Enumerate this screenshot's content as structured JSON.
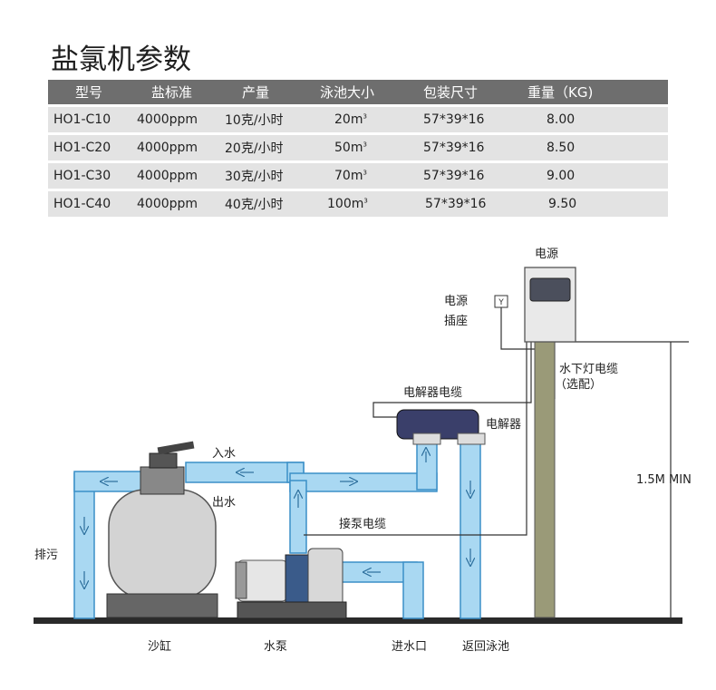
{
  "title": "盐氯机参数",
  "table": {
    "headers": [
      "型号",
      "盐标准",
      "产量",
      "泳池大小",
      "包装尺寸",
      "重量（KG)"
    ],
    "rows": [
      {
        "model": "HO1-C10",
        "salt": "4000ppm",
        "output": "10克/小时",
        "pool": "20m",
        "pool_unit": "3",
        "package": "57*39*16",
        "weight": "8.00"
      },
      {
        "model": "HO1-C20",
        "salt": "4000ppm",
        "output": "20克/小时",
        "pool": "50m",
        "pool_unit": "3",
        "package": "57*39*16",
        "weight": "8.50"
      },
      {
        "model": "HO1-C30",
        "salt": "4000ppm",
        "output": "30克/小时",
        "pool": "70m",
        "pool_unit": "3",
        "package": "57*39*16",
        "weight": "9.00"
      },
      {
        "model": "HO1-C40",
        "salt": "4000ppm",
        "output": "40克/小时",
        "pool": "100m",
        "pool_unit": "3",
        "package": "57*39*16",
        "weight": "9.50"
      }
    ]
  },
  "diagram": {
    "power_supply": "电源",
    "power_socket_line1": "电源",
    "power_socket_line2": "插座",
    "underwater_light_cable_line1": "水下灯电缆",
    "underwater_light_cable_line2": "（选配）",
    "electrolyzer_cable": "电解器电缆",
    "electrolyzer": "电解器",
    "inlet_label": "入水",
    "outlet_label": "出水",
    "pump_cable": "接泵电缆",
    "drain": "排污",
    "height_min": "1.5M MIN",
    "sand_tank": "沙缸",
    "water_pump": "水泵",
    "water_inlet": "进水口",
    "return_pool": "返回泳池"
  },
  "colors": {
    "pipe": "#a9d8f2",
    "pipe_edge": "#3b8fc7",
    "header_bg": "#6e6e6e",
    "row_bg": "#e3e3e3",
    "post": "#9a9a78"
  }
}
